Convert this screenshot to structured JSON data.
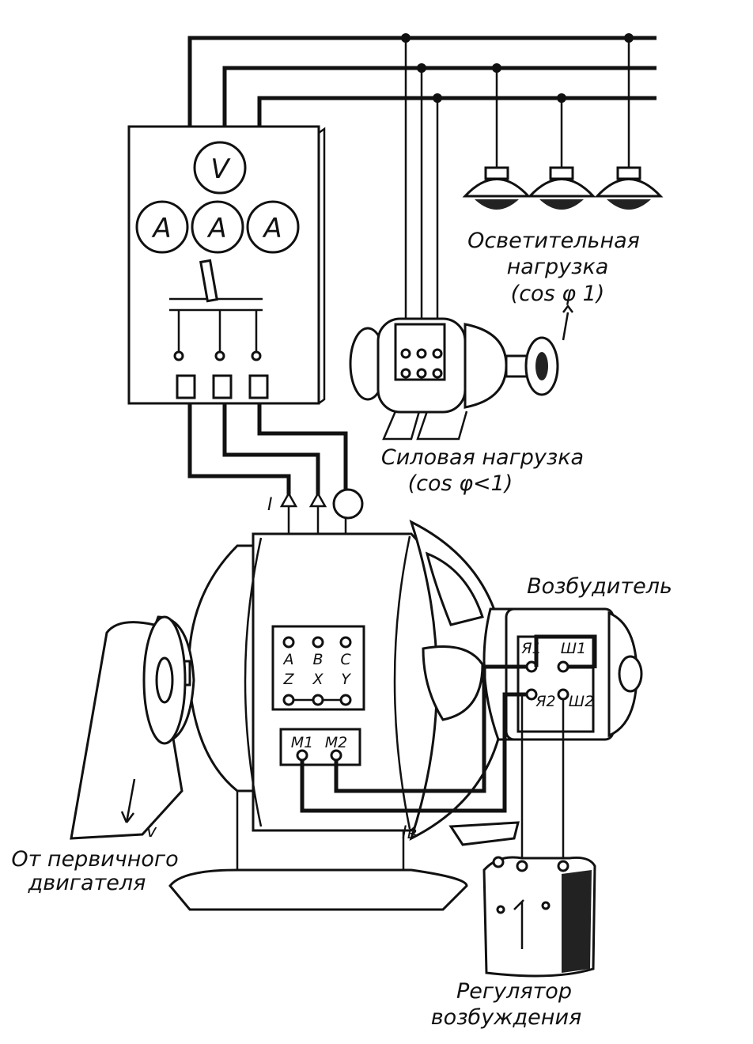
{
  "labels": {
    "lighting_load_1": "Осветительная",
    "lighting_load_2": "нагрузка",
    "lighting_load_3": "(cos φ 1)",
    "power_load_1": "Силовая нагрузка",
    "power_load_2": "(cos φ<1)",
    "exciter": "Возбудитель",
    "prime_mover_1": "От первичного",
    "prime_mover_2": "двигателя",
    "regulator_1": "Регулятор",
    "regulator_2": "возбуждения",
    "current_I": "I",
    "current_Ib": "Iв",
    "speed_v": "v"
  },
  "meters": {
    "voltmeter": "V",
    "ammeter_1": "A",
    "ammeter_2": "A",
    "ammeter_3": "A"
  },
  "terminals": {
    "A": "A",
    "B": "B",
    "C": "C",
    "Z": "Z",
    "X": "X",
    "Y": "Y",
    "M1": "M1",
    "M2": "M2",
    "Ya1": "Я1",
    "Sh1": "Ш1",
    "Ya2": "Я2",
    "Sh2": "Ш2"
  }
}
